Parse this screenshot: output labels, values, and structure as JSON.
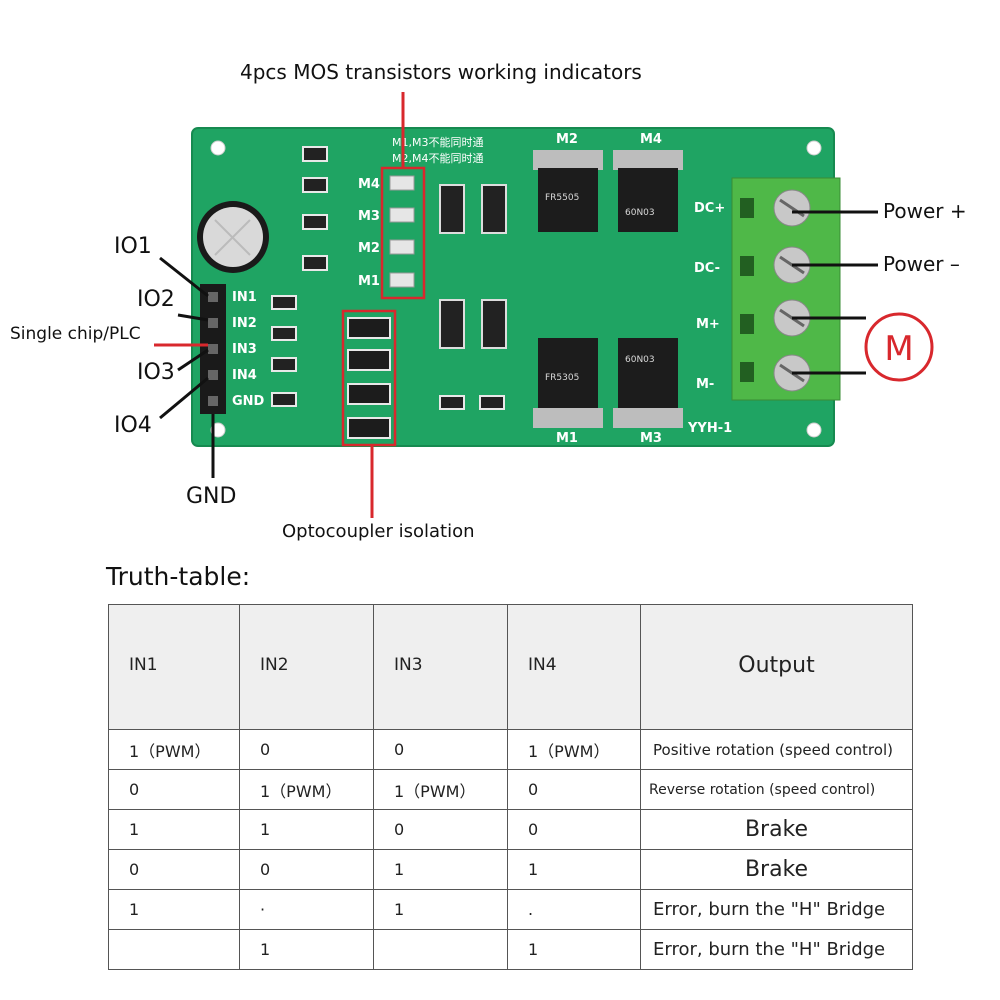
{
  "callouts": {
    "indicators": "4pcs MOS transistors working indicators",
    "io1": "IO1",
    "io2": "IO2",
    "mcu": "Single chip/PLC",
    "io3": "IO3",
    "io4": "IO4",
    "gnd": "GND",
    "opto": "Optocoupler isolation",
    "power_plus": "Power +",
    "power_minus": "Power –",
    "motor": "M"
  },
  "board": {
    "silk_warning_1": "M1,M3不能同时通",
    "silk_warning_2": "M2,M4不能同时通",
    "led_labels": [
      "M4",
      "M3",
      "M2",
      "M1"
    ],
    "pin_labels": [
      "IN1",
      "IN2",
      "IN3",
      "IN4",
      "GND"
    ],
    "mos_top": [
      "M2",
      "M4"
    ],
    "mos_bottom": [
      "M1",
      "M3"
    ],
    "terminal_labels": [
      "DC+",
      "DC-",
      "M+",
      "M-"
    ],
    "model": "YYH-1",
    "chip_codes": [
      "FR5505",
      "60N03",
      "FR5305",
      "60N03"
    ]
  },
  "truth_table": {
    "title": "Truth-table:",
    "headers": [
      "IN1",
      "IN2",
      "IN3",
      "IN4",
      "Output"
    ],
    "rows": [
      [
        "1（PWM）",
        "0",
        "0",
        "1（PWM）",
        "Positive rotation (speed control)"
      ],
      [
        "0",
        "1（PWM）",
        "1（PWM）",
        "0",
        "Reverse   rotation (speed control)"
      ],
      [
        "1",
        "1",
        "0",
        "0",
        "Brake"
      ],
      [
        "0",
        "0",
        "1",
        "1",
        "Brake"
      ],
      [
        "1",
        "·",
        "1",
        ".",
        "Error, burn the \"H\" Bridge"
      ],
      [
        "",
        "1",
        "",
        "1",
        "Error, burn the \"H\" Bridge"
      ]
    ]
  },
  "colors": {
    "pcb": "#1fa463",
    "terminal": "#4fb848",
    "callout_red": "#d8282d"
  }
}
